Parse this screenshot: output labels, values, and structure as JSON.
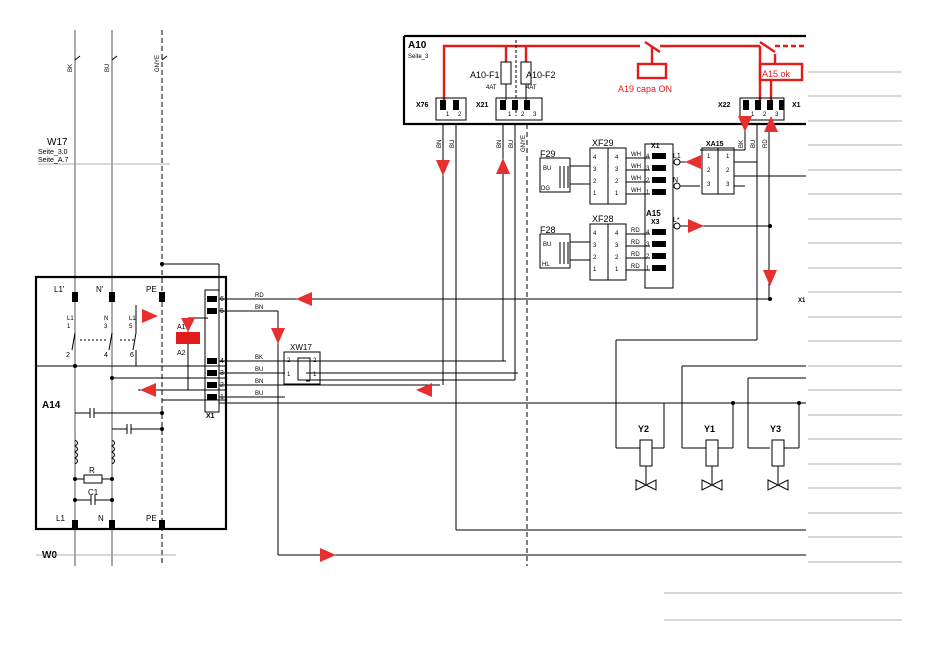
{
  "cable_labels": {
    "bk": "BK",
    "bu": "BU",
    "gnye": "GNYE",
    "bn": "BN",
    "rd": "RD",
    "wh": "WH"
  },
  "w17": {
    "name": "W17",
    "ref1": "Seite_3.0",
    "ref2": "Seite_A.7"
  },
  "w0": "W0",
  "a10": {
    "name": "A10",
    "page": "Seite_3",
    "x76": "X76",
    "x21": "X21",
    "x22": "X22",
    "x_cut": "X1",
    "f1": "A10-F1",
    "f2": "A10-F2",
    "fuse_rating": "4AT",
    "a19_label": "A19 capa ON",
    "a15_label": "A15 ok"
  },
  "a14": {
    "name": "A14",
    "l1p": "L1'",
    "np": "N'",
    "pe": "PE",
    "l1": "L1",
    "n": "N",
    "r": "R",
    "c1": "C1",
    "contact_l1": "L1",
    "contact_n": "N",
    "contact_l1b": "L1",
    "a1": "A1",
    "a2": "A2",
    "x1": "X1"
  },
  "xw17": "XW17",
  "xf29": "XF29",
  "xf28": "XF28",
  "f29": "F29",
  "f28": "F28",
  "f29_pins": [
    "BU",
    "DG"
  ],
  "f28_pins": [
    "BU",
    "HL"
  ],
  "xa15": "XA15",
  "a15": {
    "name": "A15",
    "x1": "X1",
    "x3": "X3",
    "l1": "L1",
    "n": "N",
    "lp": "L*"
  },
  "cut_x": "X1",
  "valves": [
    "Y2",
    "Y1",
    "Y3"
  ],
  "pin_nums": {
    "one": "1",
    "two": "2",
    "three": "3",
    "four": "4",
    "five": "5",
    "six": "6"
  }
}
